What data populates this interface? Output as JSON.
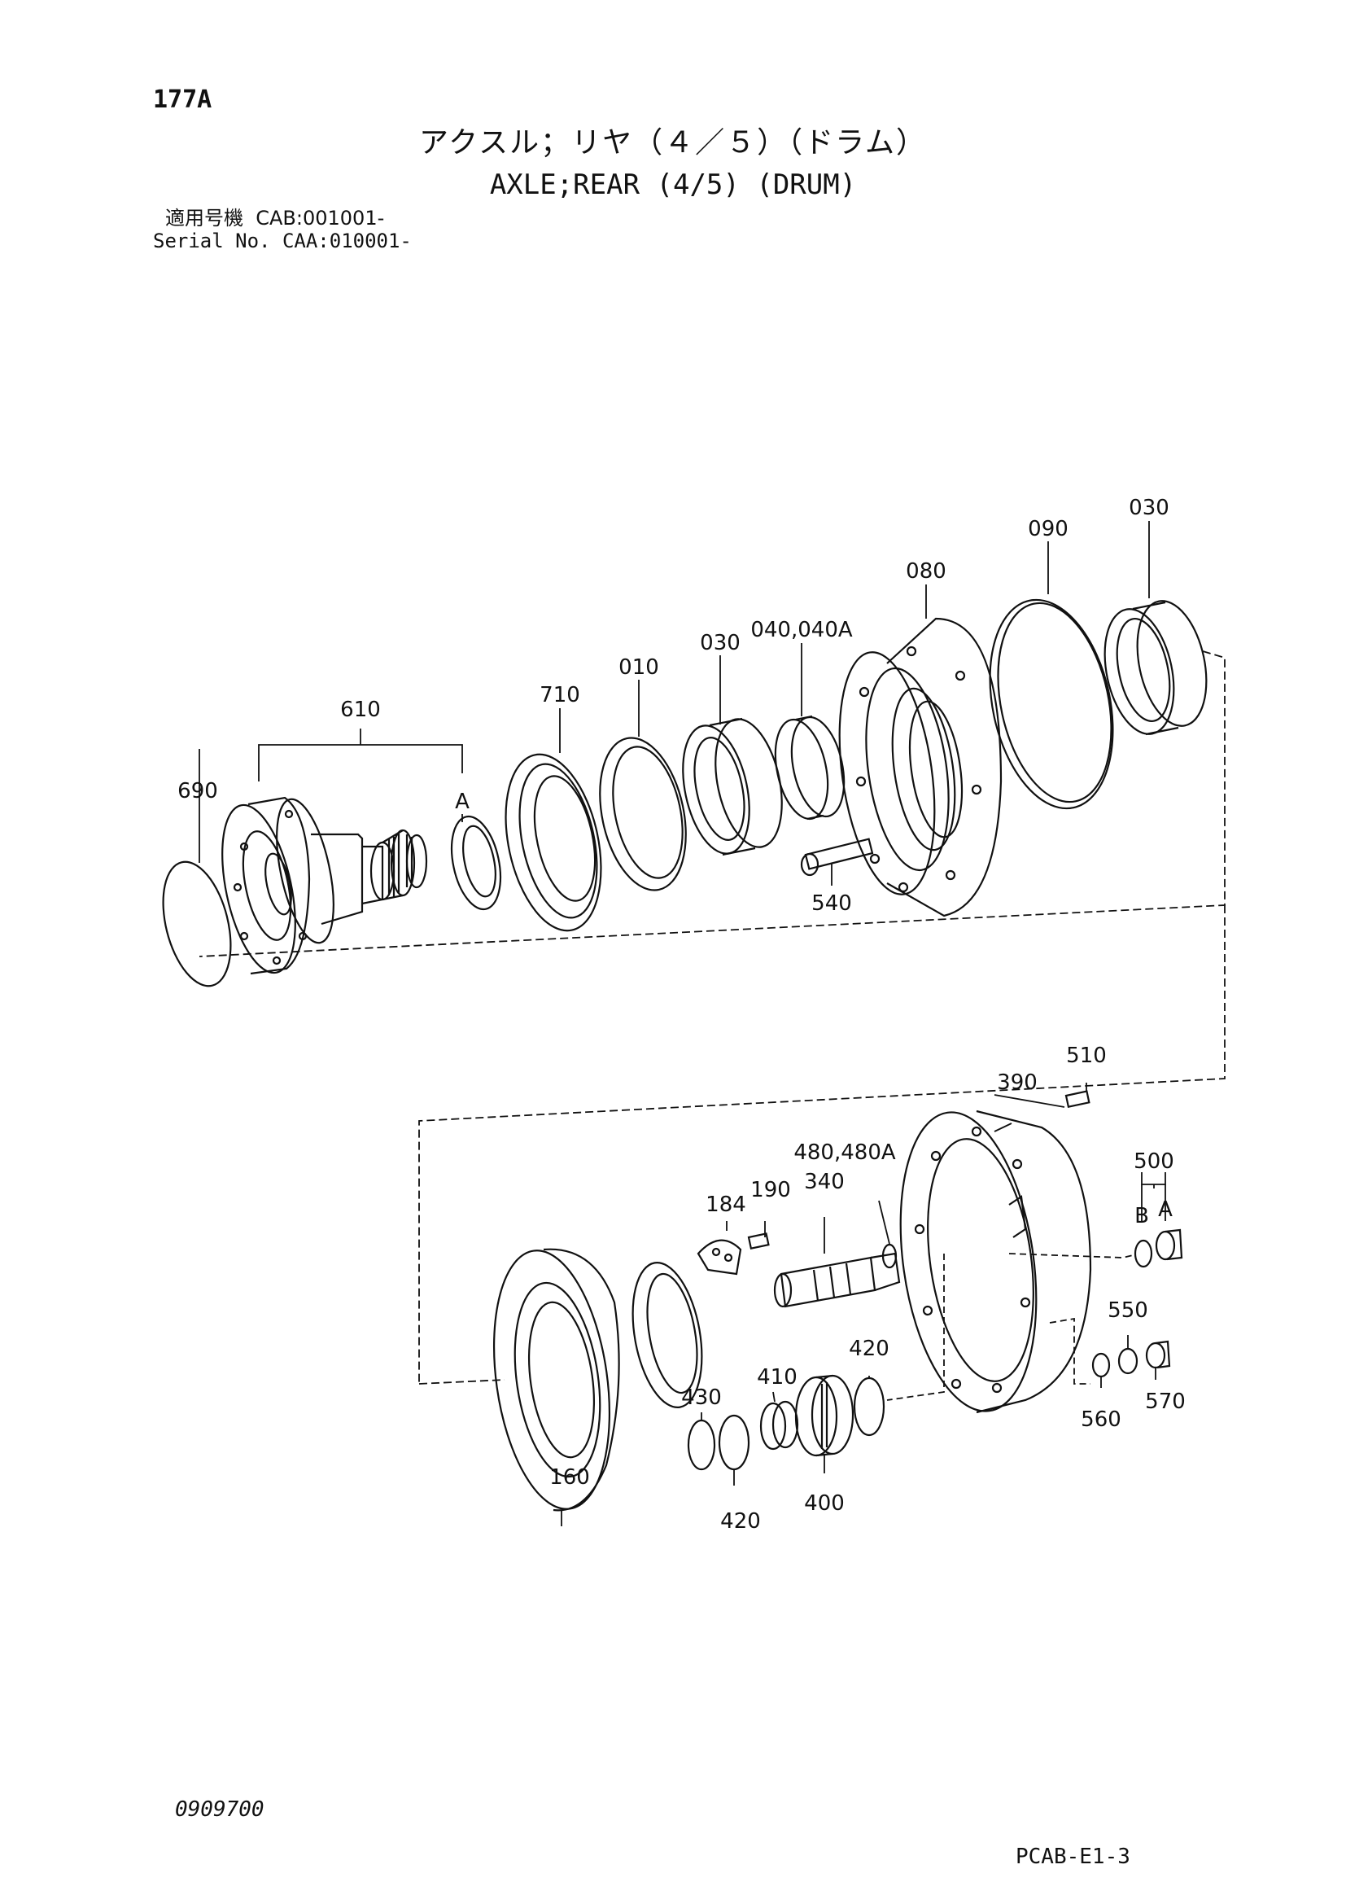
{
  "header": {
    "page_no": "177A",
    "title_jp": "アクスル；リヤ（４／５）（ドラム）",
    "title_en": "AXLE;REAR (4/5) (DRUM)",
    "serial_jp": "適用号機  CAB:001001-",
    "serial_en": "Serial No. CAA:010001-"
  },
  "footer": {
    "doc_code": "0909700",
    "sheet_code": "PCAB-E1-3"
  },
  "callouts": {
    "p690": "690",
    "p610": "610",
    "pA1": "A",
    "p710": "710",
    "p010": "010",
    "p030a": "030",
    "p040": "040,040A",
    "p540": "540",
    "p080": "080",
    "p090": "090",
    "p030b": "030",
    "p510": "510",
    "p390": "390",
    "p500": "500",
    "pB": "B",
    "pA2": "A",
    "p480": "480,480A",
    "p340": "340",
    "p190": "190",
    "p184": "184",
    "p550": "550",
    "p570": "570",
    "p560": "560",
    "p420a": "420",
    "p410": "410",
    "p430": "430",
    "p420b": "420",
    "p400": "400",
    "p160": "160"
  }
}
